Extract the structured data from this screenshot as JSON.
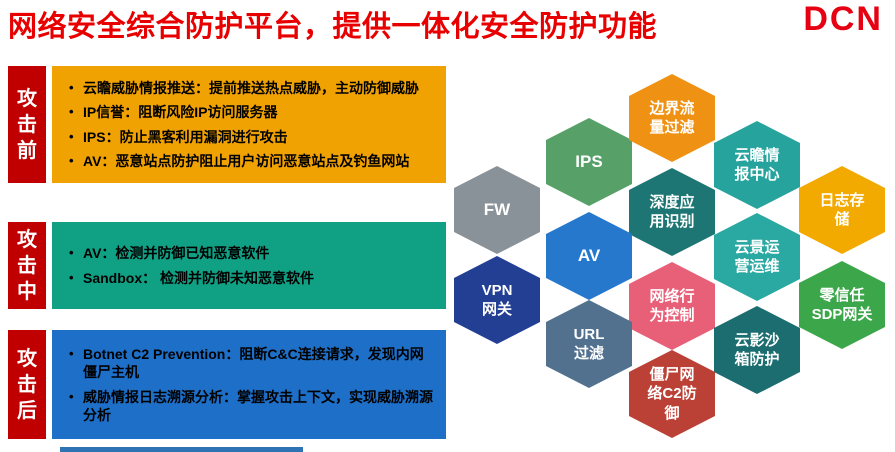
{
  "header": {
    "title": "网络安全综合防护平台，提供一体化安全防护功能",
    "title_color": "#e80000",
    "logo": "DCN",
    "logo_color": "#e60012"
  },
  "stages": [
    {
      "label": "攻击前",
      "label_bg": "#c00000",
      "box_bg": "#f0a202",
      "items": [
        {
          "name": "云瞻威胁情报推送",
          "desc": "：提前推送热点威胁，主动防御威胁"
        },
        {
          "name": "IP信誉",
          "desc": "：阻断风险IP访问服务器"
        },
        {
          "name": "IPS",
          "desc": "：防止黑客利用漏洞进行攻击"
        },
        {
          "name": "AV",
          "desc": "：恶意站点防护阻止用户访问恶意站点及钓鱼网站"
        }
      ]
    },
    {
      "label": "攻击中",
      "label_bg": "#c00000",
      "box_bg": "#10a185",
      "items": [
        {
          "name": "AV",
          "desc": "：检测并防御已知恶意软件"
        },
        {
          "name": "Sandbox",
          "desc": "： 检测并防御未知恶意软件"
        }
      ]
    },
    {
      "label": "攻击后",
      "label_bg": "#c00000",
      "box_bg": "#1e6fc8",
      "items": [
        {
          "name": "Botnet C2 Prevention",
          "desc": "：阻断C&C连接请求，发现内网僵尸主机"
        },
        {
          "name": "威胁情报日志溯源分析",
          "desc": "：掌握攻击上下文，实现威胁溯源分析"
        }
      ]
    }
  ],
  "hexagons": [
    {
      "id": "fw",
      "label": "FW",
      "color": "#8a9299"
    },
    {
      "id": "ips",
      "label": "IPS",
      "color": "#57a169"
    },
    {
      "id": "boundary-filter",
      "label": "边界流\n量过滤",
      "color": "#ef9213"
    },
    {
      "id": "cloud-intel",
      "label": "云瞻情\n报中心",
      "color": "#27a39e"
    },
    {
      "id": "log-storage",
      "label": "日志存\n储",
      "color": "#f2a900"
    },
    {
      "id": "deep-app-identify",
      "label": "深度应\n用识别",
      "color": "#1d7674"
    },
    {
      "id": "av",
      "label": "AV",
      "color": "#2678cc"
    },
    {
      "id": "cloud-ops",
      "label": "云景运\n营运维",
      "color": "#2aa8a2"
    },
    {
      "id": "vpn-gateway",
      "label": "VPN\n网关",
      "color": "#223f93"
    },
    {
      "id": "behavior-control",
      "label": "网络行\n为控制",
      "color": "#e85f78"
    },
    {
      "id": "zero-trust-sdp",
      "label": "零信任\nSDP网关",
      "color": "#3ca64a"
    },
    {
      "id": "url-filter",
      "label": "URL\n过滤",
      "color": "#52718f"
    },
    {
      "id": "cloud-sandbox",
      "label": "云影沙\n箱防护",
      "color": "#1b6d70"
    },
    {
      "id": "botnet-c2-defense",
      "label": "僵尸网\n络C2防\n御",
      "color": "#bb4036"
    }
  ],
  "footer": {
    "bar_color": "#2e74b5"
  }
}
